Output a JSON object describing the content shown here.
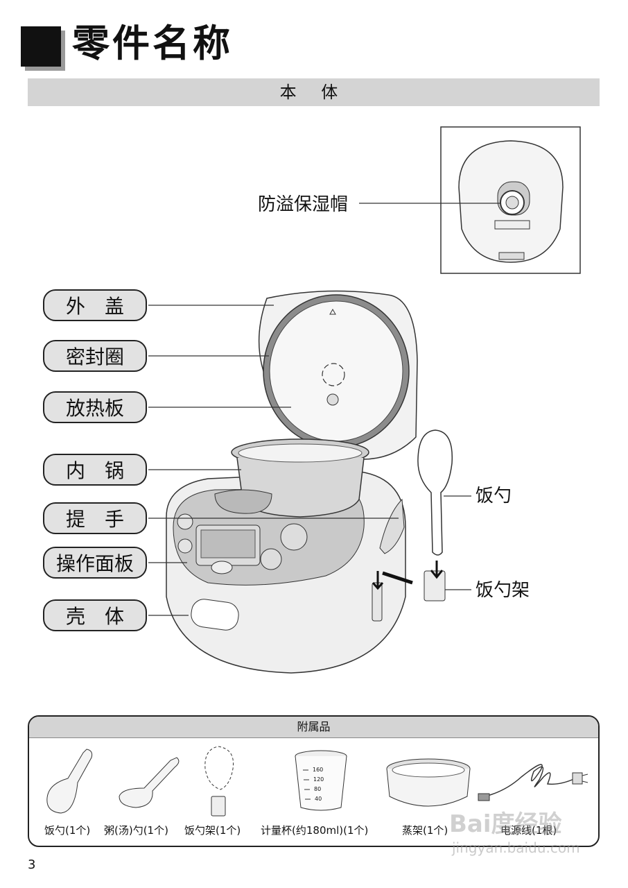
{
  "header": {
    "title": "零件名称"
  },
  "section": {
    "label": "本 体"
  },
  "callouts": {
    "anti_overflow": "防溢保湿帽",
    "outer_lid": "外　盖",
    "seal_ring": "密封圈",
    "heat_plate": "放热板",
    "inner_pot": "内　锅",
    "handle": "提　手",
    "control_panel": "操作面板",
    "body": "壳　体",
    "spoon": "饭勺",
    "spoon_holder": "饭勺架"
  },
  "accessories": {
    "title": "附属品",
    "items": [
      {
        "label": "饭勺(1个)"
      },
      {
        "label": "粥(汤)勺(1个)"
      },
      {
        "label": "饭勺架(1个)"
      },
      {
        "label": "计量杯(约180ml)(1个)"
      },
      {
        "label": "蒸架(1个)"
      },
      {
        "label": "电源线(1根)"
      }
    ],
    "cup_marks": [
      "160",
      "120",
      "80",
      "40"
    ]
  },
  "watermark": {
    "brand": "Bai度经验",
    "url": "jingyan.baidu.com"
  },
  "page": {
    "number": "3"
  }
}
